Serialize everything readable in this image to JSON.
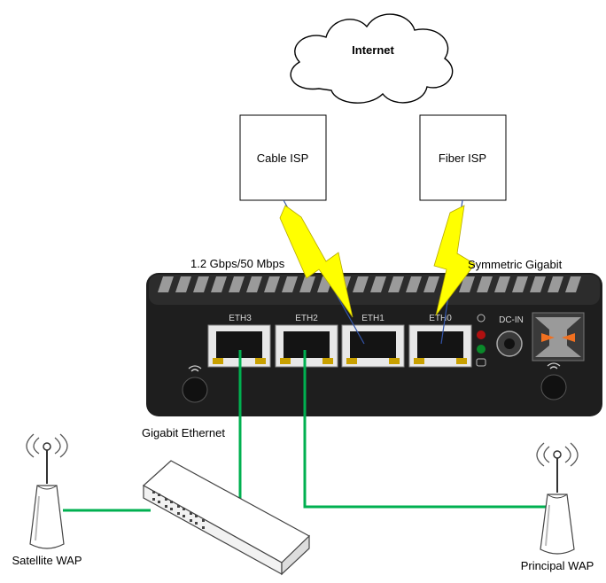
{
  "cloud": {
    "label": "Internet"
  },
  "isps": {
    "cable": {
      "label": "Cable ISP",
      "speed": "1.2 Gbps/50 Mbps"
    },
    "fiber": {
      "label": "Fiber ISP",
      "speed": "Symmetric Gigabit"
    }
  },
  "router": {
    "ports": [
      "ETH3",
      "ETH2",
      "ETH1",
      "ETH0"
    ],
    "power_label": "DC-IN"
  },
  "links": {
    "switch_link_label": "Gigabit Ethernet"
  },
  "devices": {
    "satellite_wap": "Satellite WAP",
    "principal_wap": "Principal WAP"
  },
  "colors": {
    "ethernet": "#00b050",
    "wireless_link": "#ffff00",
    "router_body": "#1e1e1e"
  }
}
